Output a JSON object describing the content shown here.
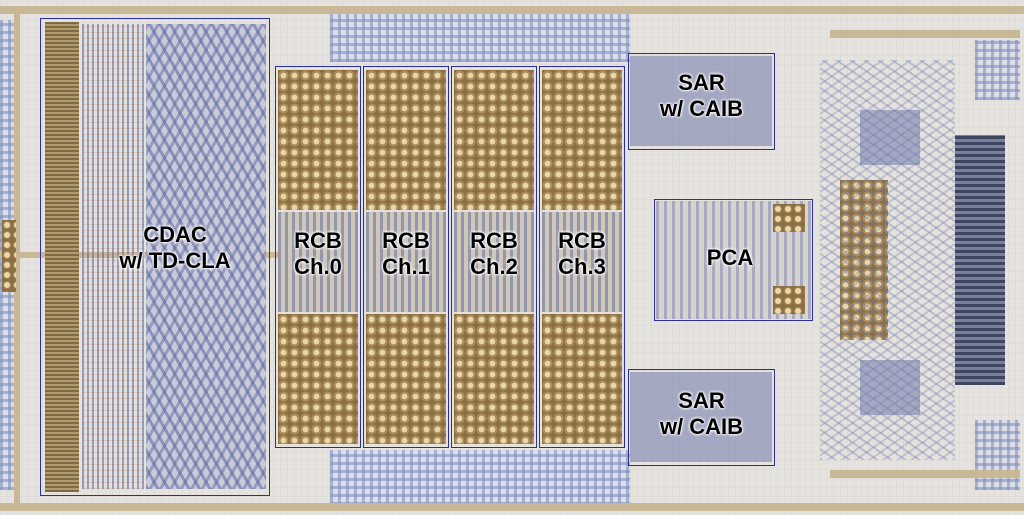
{
  "blocks": {
    "cdac": {
      "line1": "CDAC",
      "line2": "w/ TD-CLA"
    },
    "rcb": [
      {
        "line1": "RCB",
        "line2": "Ch.0"
      },
      {
        "line1": "RCB",
        "line2": "Ch.1"
      },
      {
        "line1": "RCB",
        "line2": "Ch.2"
      },
      {
        "line1": "RCB",
        "line2": "Ch.3"
      }
    ],
    "sar_top": {
      "line1": "SAR",
      "line2": "w/ CAIB"
    },
    "sar_bottom": {
      "line1": "SAR",
      "line2": "w/ CAIB"
    },
    "pca": {
      "line1": "PCA"
    }
  },
  "colors": {
    "outline": "#2a2f9a",
    "pad": "#8a6f44",
    "metal": "#c9b896"
  }
}
